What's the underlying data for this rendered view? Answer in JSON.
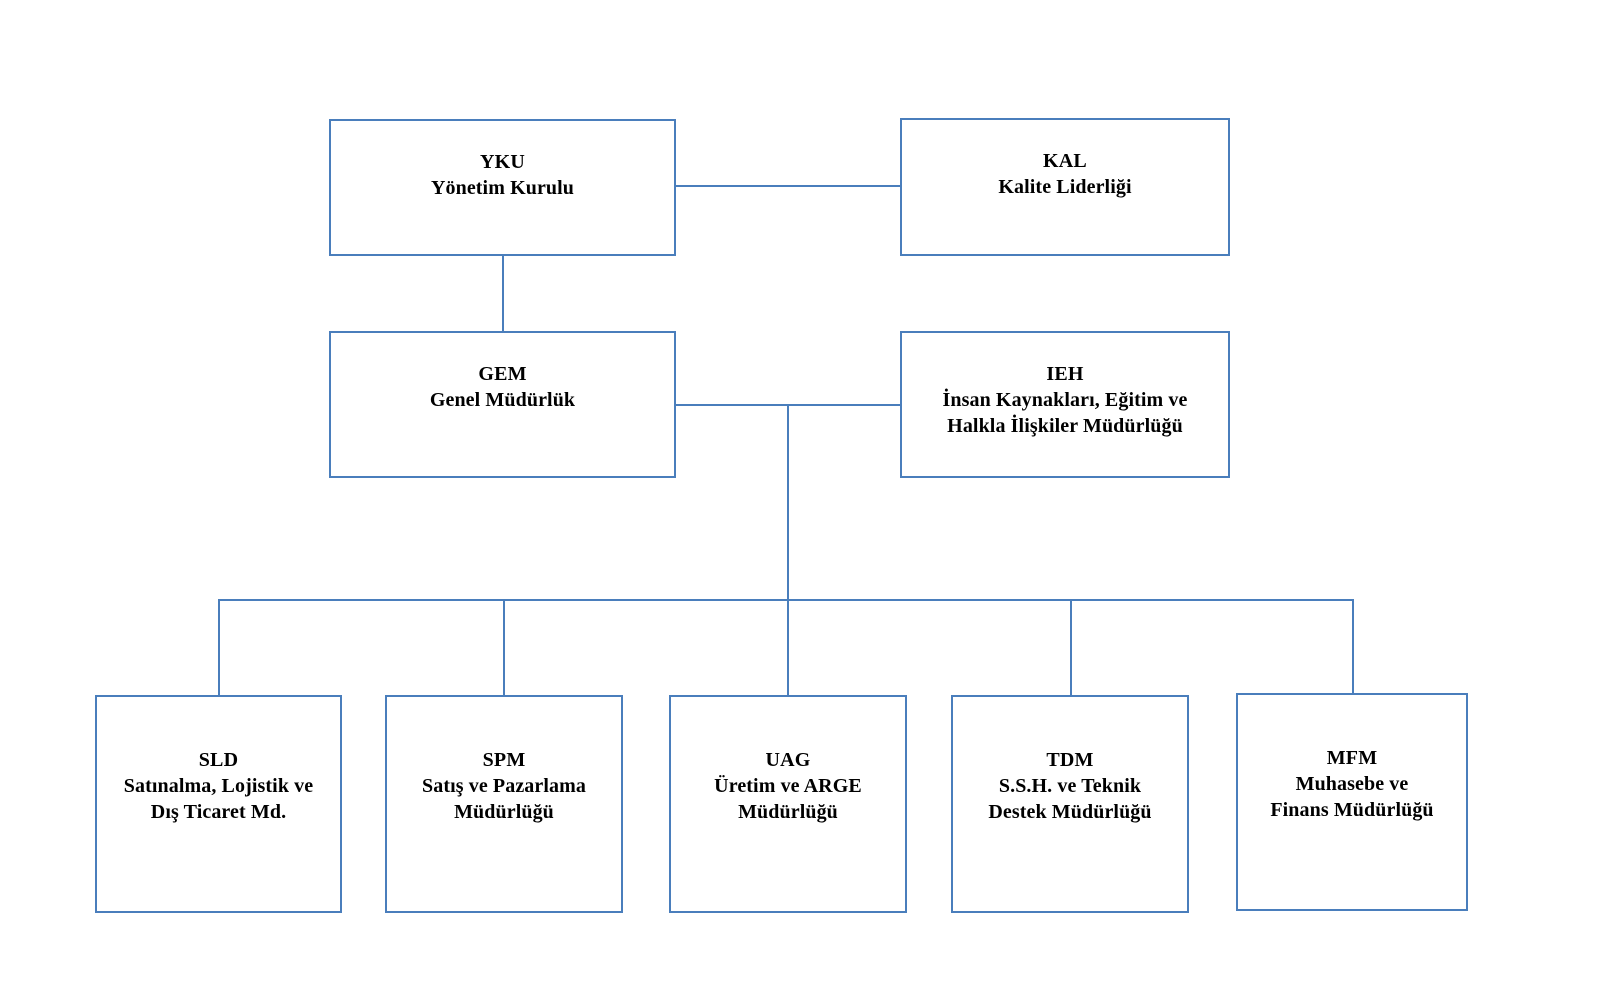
{
  "diagram": {
    "kind": "organization-chart",
    "language": "tr",
    "accent_color": "#4a7ebc",
    "background_color": "#ffffff",
    "text_color": "#000000"
  },
  "nodes": {
    "yku": {
      "code": "YKU",
      "title": "Yönetim Kurulu"
    },
    "kal": {
      "code": "KAL",
      "title": "Kalite Liderliği"
    },
    "gem": {
      "code": "GEM",
      "title": "Genel Müdürlük"
    },
    "ieh": {
      "code": "IEH",
      "title": "İnsan Kaynakları, Eğitim ve\nHalkla İlişkiler Müdürlüğü"
    },
    "sld": {
      "code": "SLD",
      "title": "Satınalma, Lojistik ve\nDış Ticaret Md."
    },
    "spm": {
      "code": "SPM",
      "title": "Satış ve Pazarlama\nMüdürlüğü"
    },
    "uag": {
      "code": "UAG",
      "title": "Üretim ve ARGE\nMüdürlüğü"
    },
    "tdm": {
      "code": "TDM",
      "title": "S.S.H. ve Teknik\nDestek Müdürlüğü"
    },
    "mfm": {
      "code": "MFM",
      "title": "Muhasebe ve\nFinans Müdürlüğü"
    }
  }
}
